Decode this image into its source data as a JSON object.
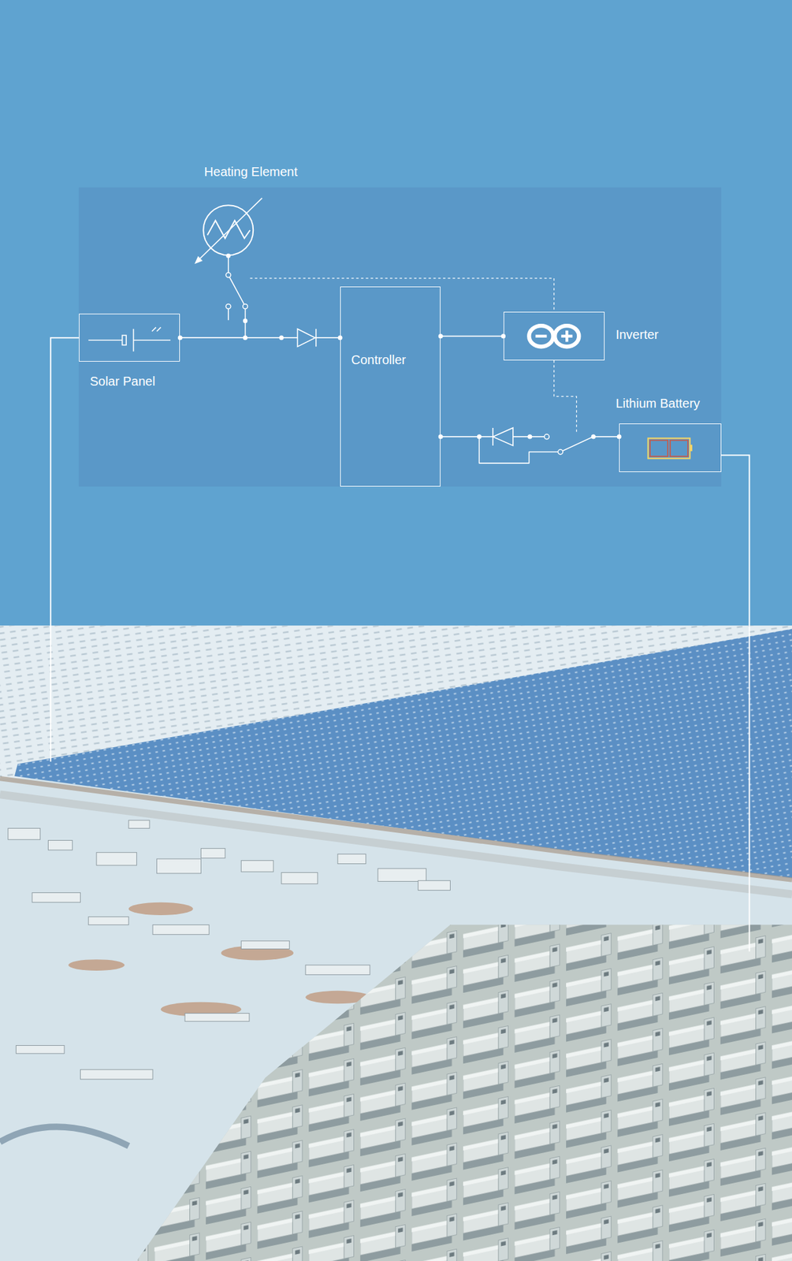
{
  "diagram": {
    "nodes": [
      {
        "text": [
          "Heating Element"
        ]
      },
      {
        "text": [
          "Solar Panel"
        ]
      },
      {
        "text": [
          "Controller"
        ]
      },
      {
        "text": [
          "Inverter"
        ]
      },
      {
        "text": [
          "Lithium Battery"
        ]
      }
    ],
    "edges": [
      {
        "from": 1,
        "to": 2,
        "arrow": "none"
      },
      {
        "from": 1,
        "to": 0,
        "arrow": "none"
      },
      {
        "from": 2,
        "to": 3,
        "arrow": "none"
      },
      {
        "from": 2,
        "to": 4,
        "arrow": "none"
      }
    ]
  }
}
